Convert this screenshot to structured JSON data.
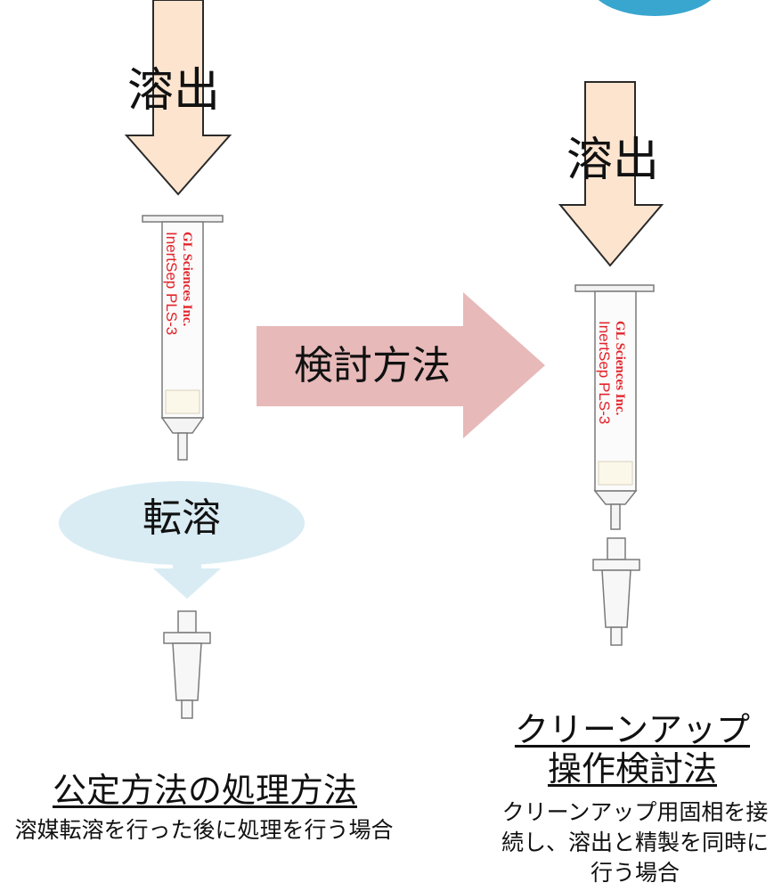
{
  "colors": {
    "arrow_fill": "#fde4cf",
    "arrow_stroke": "#2a2a2a",
    "method_arrow": "#e7b9b9",
    "transfer_bubble": "#d9ecf4",
    "transfer_arrow": "#d9ecf4",
    "cartridge_label": "#e2242b",
    "top_blob": "#38a6cf"
  },
  "left_panel": {
    "elution_label": "溶出",
    "cartridge": {
      "brand": "GL Sciences Inc.",
      "product": "InertSep PLS-3"
    },
    "transfer_label": "転溶",
    "caption_title": "公定方法の処理方法",
    "caption_body": "溶媒転溶を行った後に処理を行う場合"
  },
  "center": {
    "method_label": "検討方法"
  },
  "right_panel": {
    "elution_label": "溶出",
    "cartridge": {
      "brand": "GL Sciences Inc.",
      "product": "InertSep PLS-3"
    },
    "caption_title": "クリーンアップ操作検討法",
    "caption_body": "クリーンアップ用固相を接続し、溶出と精製を同時に行う場合"
  }
}
